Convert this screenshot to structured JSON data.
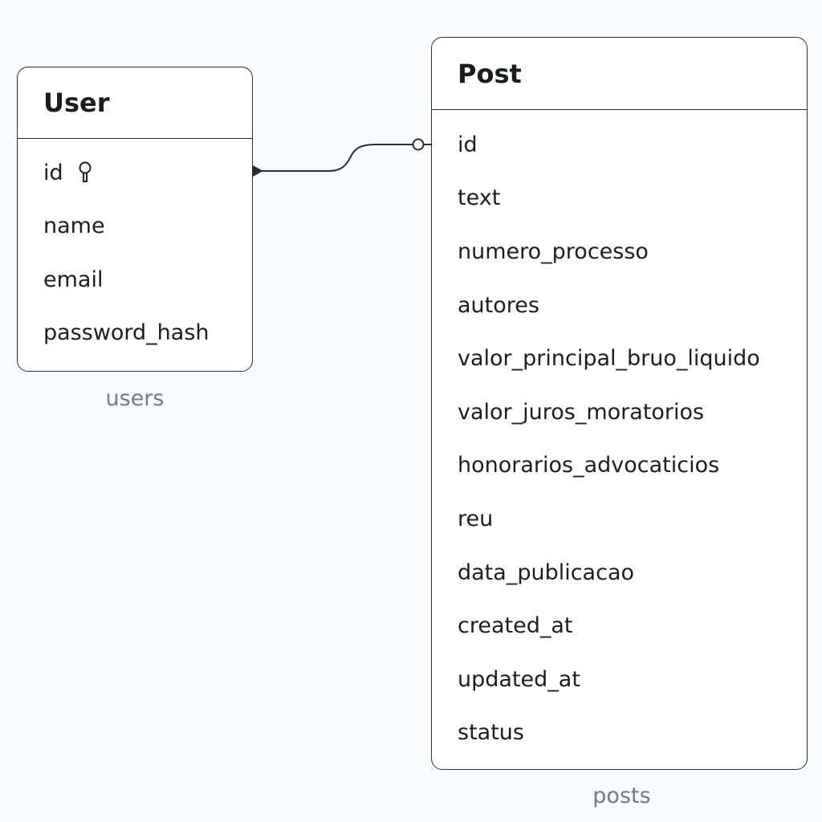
{
  "entities": {
    "user": {
      "title": "User",
      "caption": "users",
      "fields": [
        "id",
        "name",
        "email",
        "password_hash"
      ],
      "primary_key_icon": "key-icon"
    },
    "post": {
      "title": "Post",
      "caption": "posts",
      "fields": [
        "id",
        "text",
        "numero_processo",
        "autores",
        "valor_principal_bruo_liquido",
        "valor_juros_moratorios",
        "honorarios_advocaticios",
        "reu",
        "data_publicacao",
        "created_at",
        "updated_at",
        "status"
      ]
    }
  },
  "relationship": {
    "from": "user.id",
    "to": "post.id",
    "from_end": "one",
    "to_end": "zero-or-many"
  },
  "colors": {
    "background": "#f9fafc",
    "border": "#2b2e33",
    "caption": "#77797d"
  }
}
